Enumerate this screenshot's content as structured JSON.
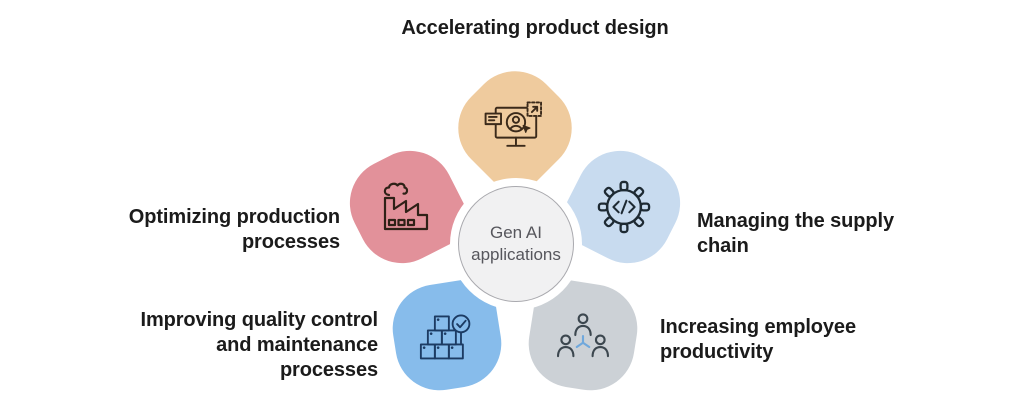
{
  "center": {
    "line1": "Gen AI",
    "line2": "applications"
  },
  "petals": [
    {
      "name": "accelerating-product-design",
      "label_lines": [
        "Accelerating product design"
      ],
      "color": "#EFCB9E",
      "icon": "monitor-product-design-icon"
    },
    {
      "name": "managing-the-supply-chain",
      "label_lines": [
        "Managing the supply",
        "chain"
      ],
      "color": "#C8DBEF",
      "icon": "gear-code-icon"
    },
    {
      "name": "increasing-employee-productivity",
      "label_lines": [
        "Increasing employee",
        "productivity"
      ],
      "color": "#CCD1D6",
      "icon": "people-network-icon"
    },
    {
      "name": "improving-quality-control-and-maintenance",
      "label_lines": [
        "Improving quality control",
        "and maintenance",
        "processes"
      ],
      "color": "#87BCEB",
      "icon": "boxes-check-icon"
    },
    {
      "name": "optimizing-production-processes",
      "label_lines": [
        "Optimizing production",
        "processes"
      ],
      "color": "#E2919A",
      "icon": "factory-icon"
    }
  ],
  "colors": {
    "background": "#FFFFFF",
    "label_text": "#1B1B1B",
    "petal_gap": "#FFFFFF",
    "center_fill": "#F1F1F2",
    "center_border": "#A9A9AE",
    "center_text": "#56565C",
    "icon_dark_warm": "#3B2A1A",
    "icon_dark_brown": "#2F2117",
    "icon_dark_teal": "#1E2A33",
    "icon_dark_navy": "#1C3B63",
    "icon_dark_slate": "#3C474F",
    "icon_blue_accent": "#70A8DC"
  }
}
